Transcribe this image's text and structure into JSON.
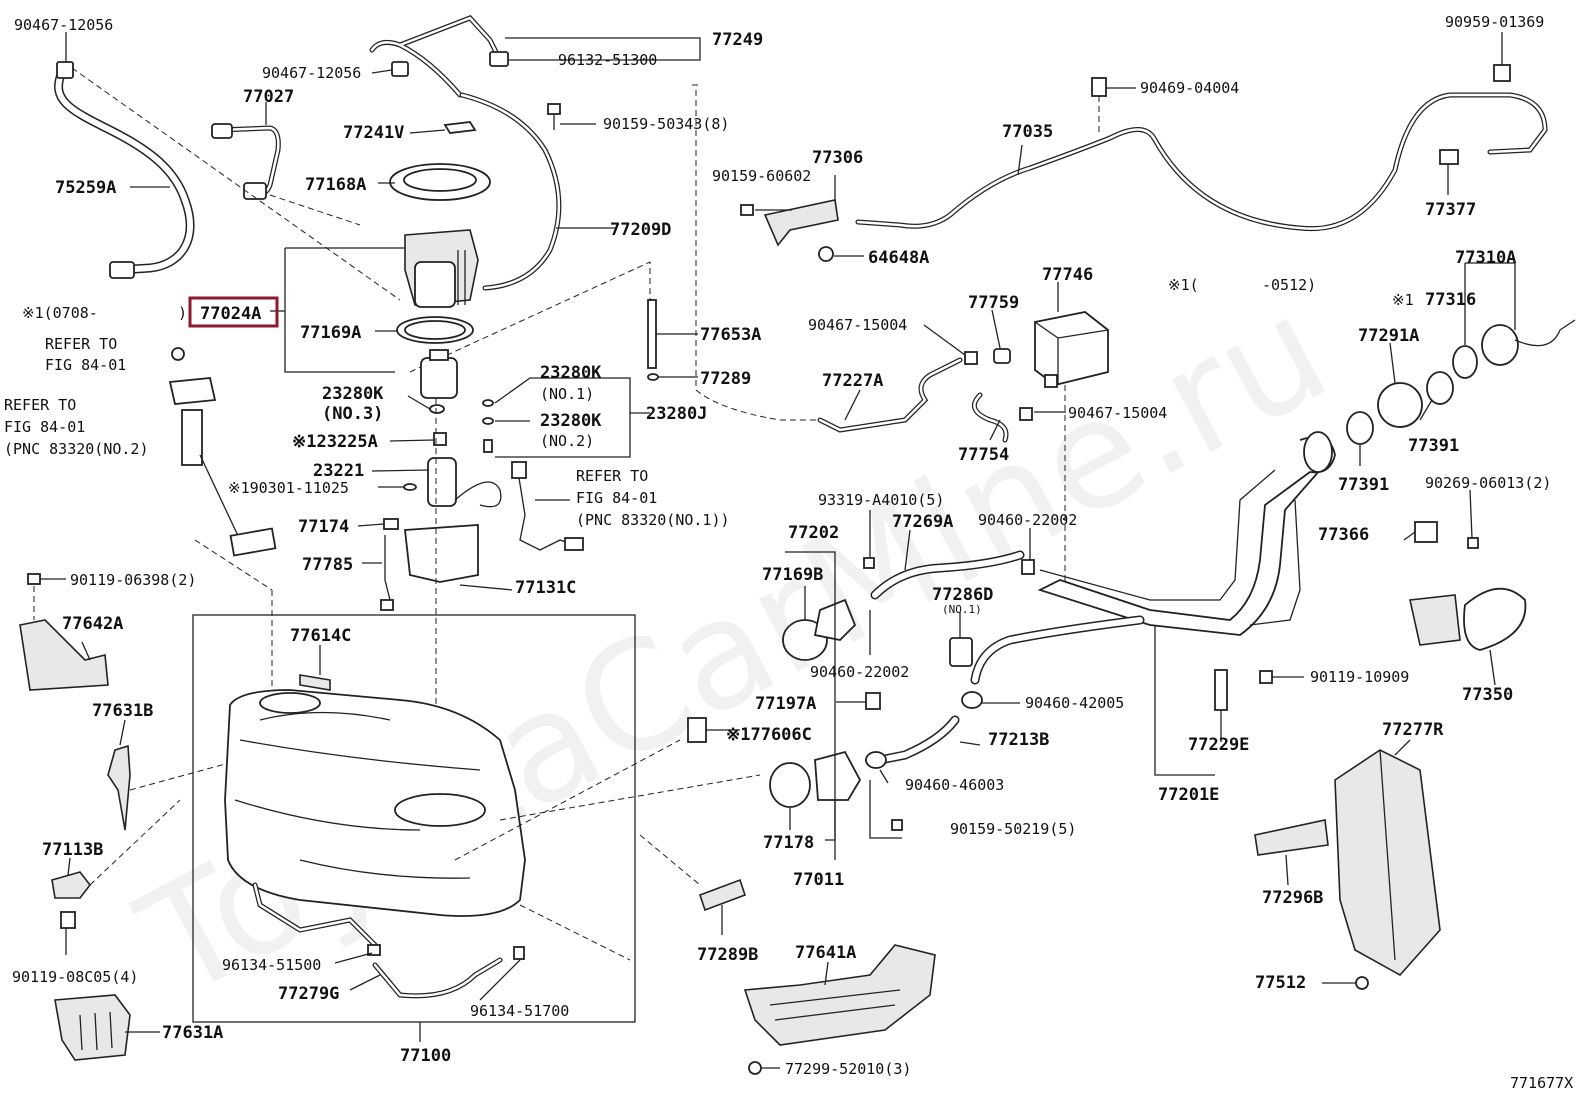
{
  "diagram": {
    "watermark": "ToyotaCarMine.ru",
    "figure_id": "771677X",
    "highlighted_part": "77024A",
    "labels": [
      "90467-12056",
      "90467-12056",
      "77027",
      "75259A",
      "77249",
      "96132-51300",
      "77241V",
      "90159-50343(8)",
      "77168A",
      "77209D",
      "※1(0708-",
      ")",
      "77024A",
      "77169A",
      "77653A",
      "77289",
      "REFER TO",
      "FIG 84-01",
      "REFER TO",
      "FIG 84-01",
      "(PNC 83320(NO.2)",
      "23280K",
      "(NO.3)",
      "23280K",
      "(NO.1)",
      "23280K",
      "(NO.2)",
      "23280J",
      "※123225A",
      "23221",
      "※190301-11025",
      "REFER TO",
      "FIG 84-01",
      "(PNC 83320(NO.1))",
      "77174",
      "77785",
      "77131C",
      "90119-06398(2)",
      "77642A",
      "77614C",
      "77631B",
      "77113B",
      "90119-08C05(4)",
      "77631A",
      "96134-51500",
      "77279G",
      "96134-51700",
      "77100",
      "90159-60602",
      "77306",
      "64648A",
      "77035",
      "90469-04004",
      "90959-01369",
      "77377",
      "※1(",
      "-0512)",
      "77310A",
      "※1",
      "77316",
      "77746",
      "77759",
      "90467-15004",
      "77227A",
      "90467-15004",
      "77754",
      "77291A",
      "77391",
      "77391",
      "93319-A4010(5)",
      "77202",
      "77169B",
      "77269A",
      "90460-22002",
      "77286D",
      "(NO.1)",
      "90460-22002",
      "90269-06013(2)",
      "77366",
      "90119-10909",
      "77350",
      "77197A",
      "※177606C",
      "90460-42005",
      "77213B",
      "77229E",
      "77201E",
      "77277R",
      "90460-46003",
      "77178",
      "77011",
      "90159-50219(5)",
      "77289B",
      "77641A",
      "77296B",
      "77512",
      "77299-52010(3)"
    ]
  }
}
